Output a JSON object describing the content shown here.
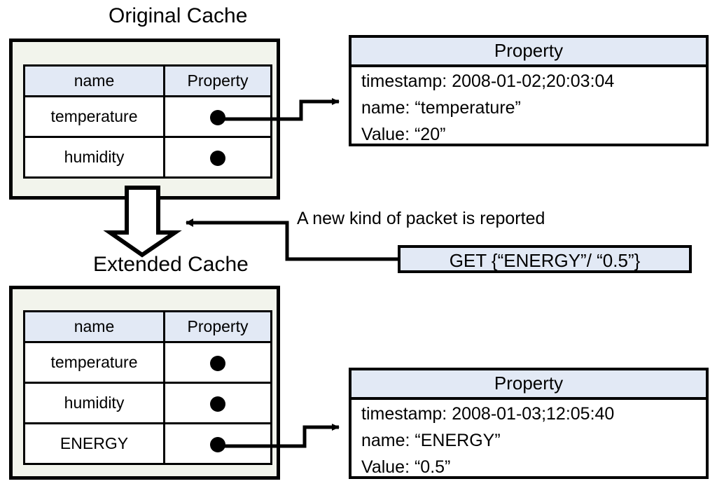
{
  "diagram": {
    "title_original": "Original Cache",
    "title_extended": "Extended Cache",
    "annotation_packet": "A new kind of packet is reported",
    "packet_message": "GET {“ENERGY”/ “0.5”}",
    "colors": {
      "container_fill": "#f2f4ec",
      "header_fill": "#e2e9f5",
      "packet_fill": "#e2e9f5",
      "line": "#000000",
      "page_background": "#ffffff"
    }
  },
  "original_cache": {
    "table": {
      "columns": [
        "name",
        "Property"
      ],
      "rows": [
        {
          "name": "temperature",
          "property": "dot-marker"
        },
        {
          "name": "humidity",
          "property": "dot-marker"
        }
      ]
    }
  },
  "extended_cache": {
    "table": {
      "columns": [
        "name",
        "Property"
      ],
      "rows": [
        {
          "name": "temperature",
          "property": "dot-marker"
        },
        {
          "name": "humidity",
          "property": "dot-marker"
        },
        {
          "name": "ENERGY",
          "property": "dot-marker"
        }
      ]
    }
  },
  "property_top": {
    "header": "Property",
    "lines": [
      "timestamp: 2008-01-02;20:03:04",
      "name: “temperature”",
      "Value: “20”"
    ]
  },
  "property_bottom": {
    "header": "Property",
    "lines": [
      "timestamp: 2008-01-03;12:05:40",
      "name: “ENERGY”",
      "Value: “0.5”"
    ]
  }
}
